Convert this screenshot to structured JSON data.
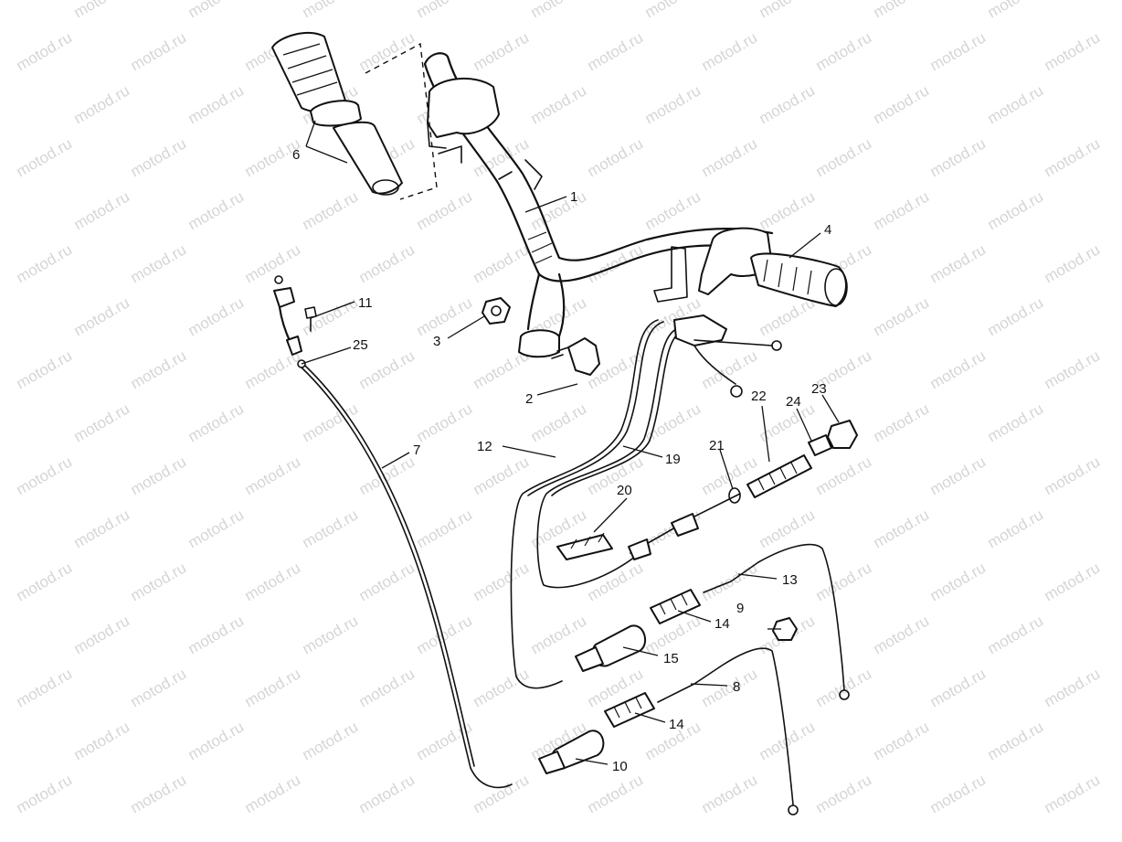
{
  "watermark": "motod.ru",
  "colors": {
    "line": "#111111",
    "background": "#ffffff",
    "watermark": "#b4b4b4"
  },
  "callouts": [
    {
      "id": "c1",
      "label": "1"
    },
    {
      "id": "c2",
      "label": "2"
    },
    {
      "id": "c3",
      "label": "3"
    },
    {
      "id": "c4",
      "label": "4"
    },
    {
      "id": "c6",
      "label": "6"
    },
    {
      "id": "c7",
      "label": "7"
    },
    {
      "id": "c8",
      "label": "8"
    },
    {
      "id": "c9",
      "label": "9"
    },
    {
      "id": "c10",
      "label": "10"
    },
    {
      "id": "c11",
      "label": "11"
    },
    {
      "id": "c12",
      "label": "12"
    },
    {
      "id": "c13",
      "label": "13"
    },
    {
      "id": "c14a",
      "label": "14"
    },
    {
      "id": "c14b",
      "label": "14"
    },
    {
      "id": "c15",
      "label": "15"
    },
    {
      "id": "c19",
      "label": "19"
    },
    {
      "id": "c20",
      "label": "20"
    },
    {
      "id": "c21",
      "label": "21"
    },
    {
      "id": "c22",
      "label": "22"
    },
    {
      "id": "c23",
      "label": "23"
    },
    {
      "id": "c24",
      "label": "24"
    },
    {
      "id": "c25",
      "label": "25"
    }
  ]
}
